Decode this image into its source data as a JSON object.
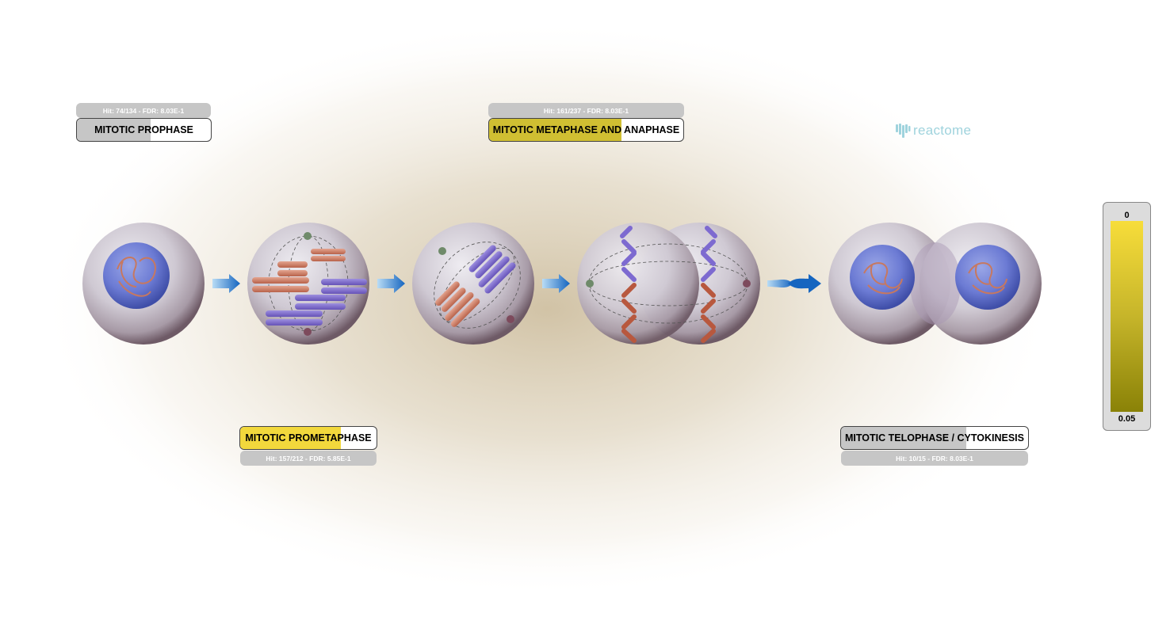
{
  "diagram": {
    "pathways": [
      {
        "id": "prophase",
        "label": "MITOTIC PROPHASE",
        "stats": "Hit: 74/134 - FDR: 8.03E-1",
        "fill_fraction": 0.55,
        "fill_color": "#c6c6c6"
      },
      {
        "id": "prometaphase",
        "label": "MITOTIC PROMETAPHASE",
        "stats": "Hit: 157/212 - FDR: 5.85E-1",
        "fill_fraction": 0.74,
        "fill_color": "#f2d83c"
      },
      {
        "id": "metaphase",
        "label": "MITOTIC METAPHASE AND ANAPHASE",
        "stats": "Hit: 161/237 - FDR: 8.03E-1",
        "fill_fraction": 0.68,
        "fill_color": "#d0bf32"
      },
      {
        "id": "telophase",
        "label": "MITOTIC TELOPHASE / CYTOKINESIS",
        "stats": "Hit: 10/15 - FDR: 8.03E-1",
        "fill_fraction": 0.67,
        "fill_color": "#c6c6c6"
      }
    ]
  },
  "logo": {
    "text": "reactome",
    "icon": "reactome-logo-icon",
    "color": "#9fd3dd"
  },
  "legend": {
    "top_value": "0",
    "bottom_value": "0.05",
    "colors": [
      "#f7dd3a",
      "#c6b52a",
      "#8a8207"
    ]
  }
}
